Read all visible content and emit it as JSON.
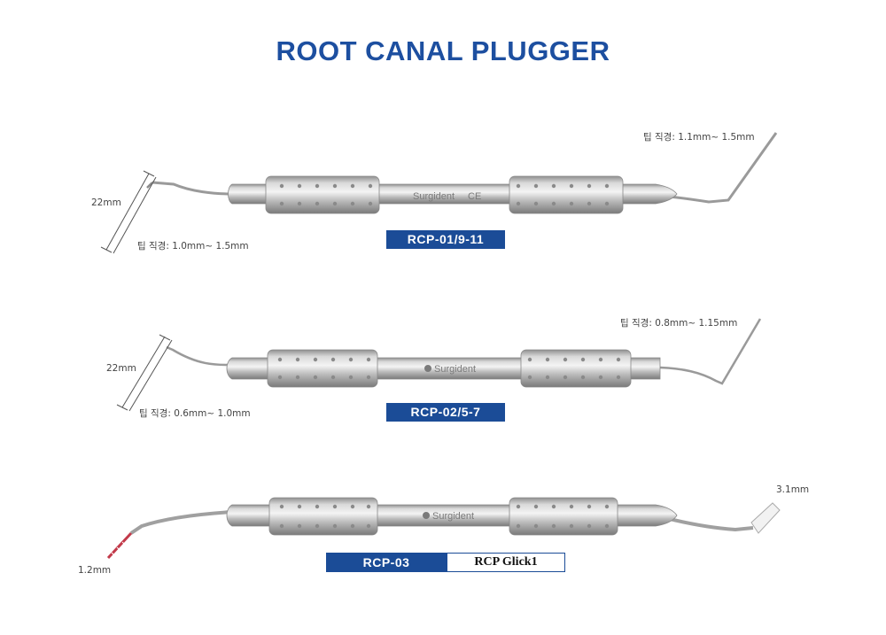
{
  "title": "ROOT CANAL PLUGGER",
  "instruments": [
    {
      "code": "RCP-01/9-11",
      "brand": "Surgident",
      "mark": "CE",
      "length_label": "22mm",
      "tip_left": "팁 직경: 1.0mm~ 1.5mm",
      "tip_right": "팁 직경: 1.1mm~ 1.5mm"
    },
    {
      "code": "RCP-02/5-7",
      "brand": "Surgident",
      "length_label": "22mm",
      "tip_left": "팁 직경: 0.6mm~ 1.0mm",
      "tip_right": "팁 직경: 0.8mm~ 1.15mm"
    },
    {
      "code": "RCP-03",
      "subcode": "RCP Glick1",
      "brand": "Surgident",
      "tip_left": "1.2mm",
      "tip_right": "3.1mm"
    }
  ],
  "colors": {
    "title": "#1d4fa0",
    "tag": "#1b4c97"
  }
}
